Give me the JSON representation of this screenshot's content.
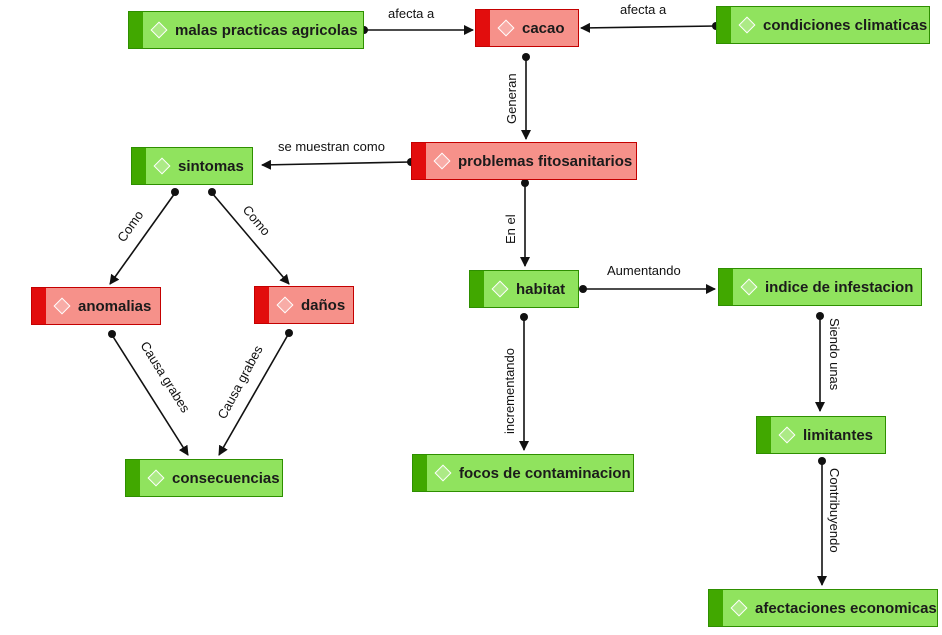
{
  "nodes": {
    "malas": "malas practicas agricolas",
    "cacao": "cacao",
    "condiciones": "condiciones climaticas",
    "problemas": "problemas fitosanitarios",
    "sintomas": "sintomas",
    "anomalias": "anomalias",
    "danos": "daños",
    "consecuencias": "consecuencias",
    "habitat": "habitat",
    "indice": "indice de infestacion",
    "focos": "focos de contaminacion",
    "limitantes": "limitantes",
    "afectaciones": "afectaciones economicas"
  },
  "edges": {
    "afecta1": "afecta a",
    "afecta2": "afecta a",
    "generan": "Generan",
    "muestran": "se muestran como",
    "como1": "Como",
    "como2": "Como",
    "enel": "En el",
    "aumentando": "Aumentando",
    "causa1": "Causa grabes",
    "causa2": "Causa grabes",
    "incrementando": "incrementando",
    "siendo": "Siendo unas",
    "contribuyendo": "Contribuyendo"
  },
  "colors": {
    "green_fill": "#90e35e",
    "green_bar": "#41a800",
    "red_fill": "#f6918a",
    "red_bar": "#e20d0d"
  },
  "icons": {
    "node_marker": "diamond-icon"
  }
}
